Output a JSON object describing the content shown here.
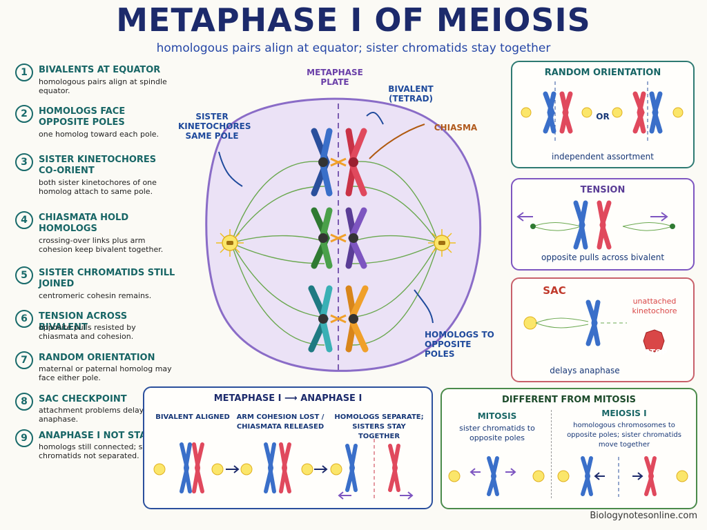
{
  "header": {
    "title": "METAPHASE I OF MEIOSIS",
    "subtitle": "homologous pairs align at equator; sister chromatids stay together"
  },
  "steps": [
    {
      "num": "1",
      "heading": "BIVALENTS AT EQUATOR",
      "body": "homologous pairs align at spindle equator."
    },
    {
      "num": "2",
      "heading": "HOMOLOGS FACE OPPOSITE POLES",
      "body": "one homolog toward each pole."
    },
    {
      "num": "3",
      "heading": "SISTER KINETOCHORES CO-ORIENT",
      "body": "both sister kinetochores of one homolog attach to same pole."
    },
    {
      "num": "4",
      "heading": "CHIASMATA HOLD HOMOLOGS",
      "body": "crossing-over links plus arm cohesion keep bivalent together."
    },
    {
      "num": "5",
      "heading": "SISTER CHROMATIDS STILL JOINED",
      "body": "centromeric cohesin remains."
    },
    {
      "num": "6",
      "heading": "TENSION ACROSS BIVALENT",
      "body": "opposite pulls resisted by chiasmata and cohesion."
    },
    {
      "num": "7",
      "heading": "RANDOM ORIENTATION",
      "body": "maternal or paternal homolog may face either pole."
    },
    {
      "num": "8",
      "heading": "SAC CHECKPOINT",
      "body": "attachment problems delay anaphase."
    },
    {
      "num": "9",
      "heading": "ANAPHASE I NOT STARTED",
      "body": "homologs still connected; sister chromatids not separated."
    }
  ],
  "center": {
    "metaphase_plate": "METAPHASE PLATE",
    "bivalent": "BIVALENT (TETRAD)",
    "chiasma": "CHIASMA",
    "sister_kinetochores": "SISTER KINETOCHORES SAME POLE",
    "homologs_opposite": "HOMOLOGS TO OPPOSITE POLES"
  },
  "random_orientation": {
    "title": "RANDOM ORIENTATION",
    "or": "OR",
    "caption": "independent assortment"
  },
  "tension": {
    "title": "TENSION",
    "caption": "opposite pulls across bivalent"
  },
  "sac": {
    "title": "SAC",
    "unattached": "unattached kinetochore",
    "stop": "STOP",
    "caption": "delays anaphase"
  },
  "transition": {
    "title_left": "METAPHASE I",
    "title_right": "ANAPHASE I",
    "col1": "BIVALENT ALIGNED",
    "col2": "ARM COHESION LOST / CHIASMATA RELEASED",
    "col3": "HOMOLOGS SEPARATE; SISTERS STAY TOGETHER"
  },
  "mitosis_compare": {
    "title": "DIFFERENT FROM MITOSIS",
    "mitosis_title": "MITOSIS",
    "mitosis_body": "sister chromatids to opposite poles",
    "meiosis_title": "MEIOSIS I",
    "meiosis_body": "homologous chromosomes to opposite poles; sister chromatids move together"
  },
  "footer": {
    "site": "Biologynotesonline.com"
  },
  "colors": {
    "teal": "#176565",
    "navy": "#1c2a6b",
    "blue": "#3a6fc9",
    "red": "#e0495d",
    "green": "#4aa04a",
    "purple": "#7d55c0",
    "orange": "#f0a02a",
    "sac_red": "#d94747"
  }
}
